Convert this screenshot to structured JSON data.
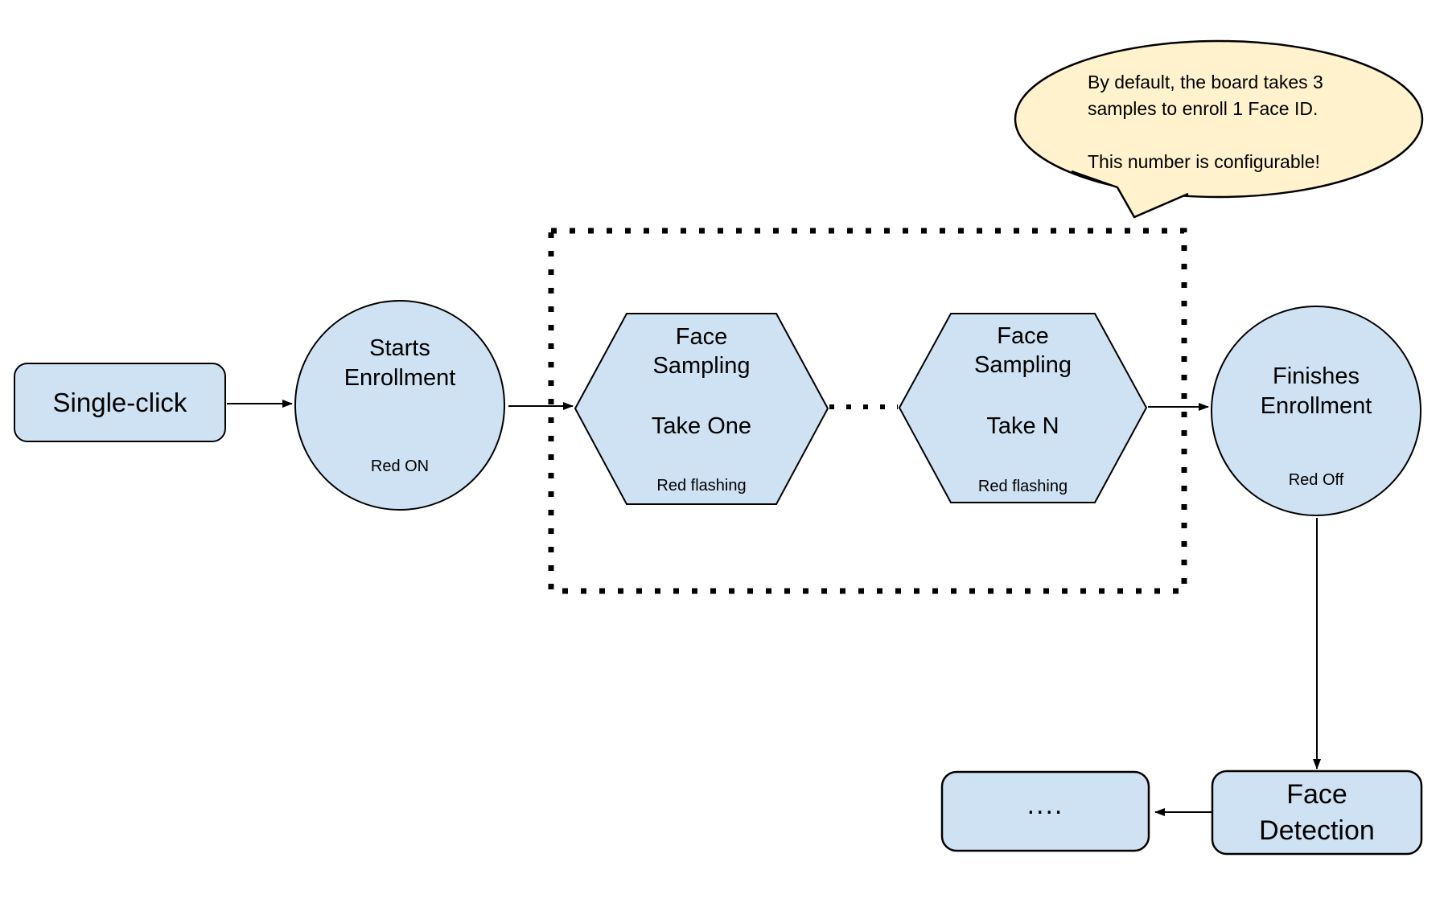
{
  "diagram": {
    "colors": {
      "node_fill": "#cfe2f3",
      "bubble_fill": "#fff2cc",
      "stroke": "#000000",
      "background": "#ffffff"
    },
    "nodes": {
      "single_click": {
        "label": "Single-click"
      },
      "starts": {
        "title_line1": "Starts",
        "title_line2": "Enrollment",
        "status": "Red ON"
      },
      "sampling_one": {
        "title_line1": "Face",
        "title_line2": "Sampling",
        "take": "Take One",
        "status": "Red flashing"
      },
      "sampling_n": {
        "title_line1": "Face",
        "title_line2": "Sampling",
        "take": "Take N",
        "status": "Red flashing"
      },
      "finishes": {
        "title_line1": "Finishes",
        "title_line2": "Enrollment",
        "status": "Red Off"
      },
      "face_detection": {
        "title_line1": "Face",
        "title_line2": "Detection"
      },
      "continuation": {
        "label": "...."
      }
    },
    "callout": {
      "line1": "By default, the board takes 3",
      "line2": "samples to enroll 1 Face ID.",
      "line3": "This number is configurable!"
    }
  }
}
